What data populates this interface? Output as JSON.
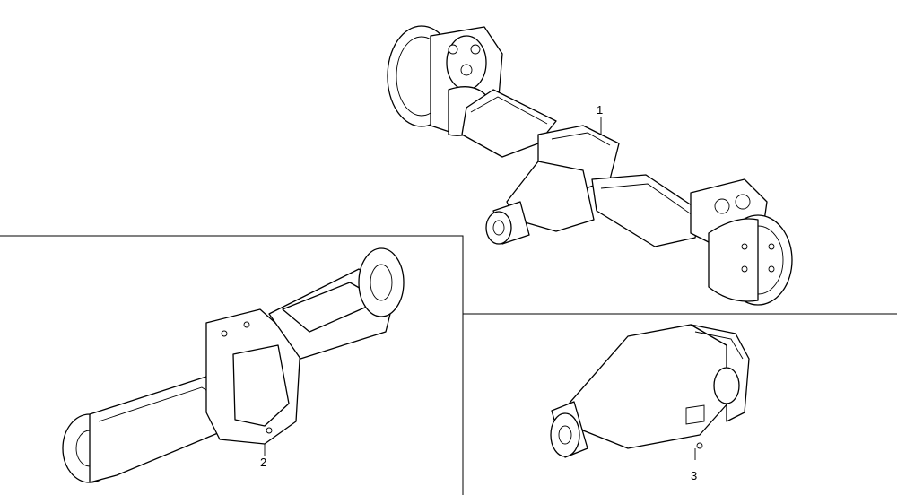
{
  "callouts": {
    "item1": "1",
    "item2": "2",
    "item3": "3"
  },
  "colors": {
    "line": "#000000",
    "background": "#ffffff"
  }
}
